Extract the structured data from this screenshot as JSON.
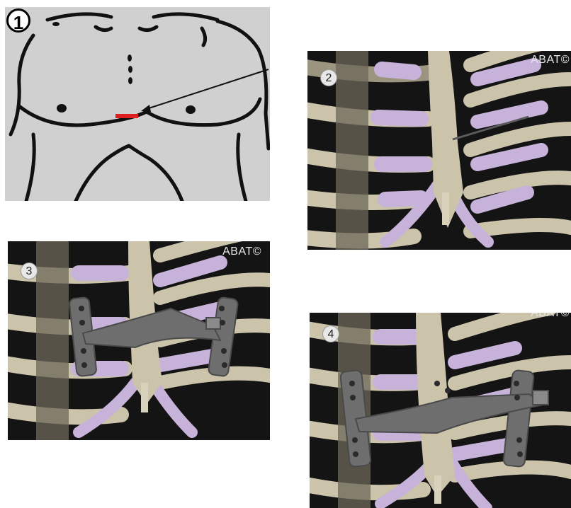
{
  "panels": [
    {
      "id": "1",
      "label": "1",
      "watermark": ""
    },
    {
      "id": "2",
      "label": "2",
      "watermark": "ABAT©"
    },
    {
      "id": "3",
      "label": "3",
      "watermark": "ABAT©"
    },
    {
      "id": "4",
      "label": "4",
      "watermark": "ABAT©"
    }
  ],
  "colors": {
    "bone": "#cbc3aa",
    "cartilage": "#c7b2da",
    "background_dark": "#141414",
    "sketch_bg": "#d0d0d0",
    "incision": "#e02020",
    "implant": "#6e6e6e"
  }
}
